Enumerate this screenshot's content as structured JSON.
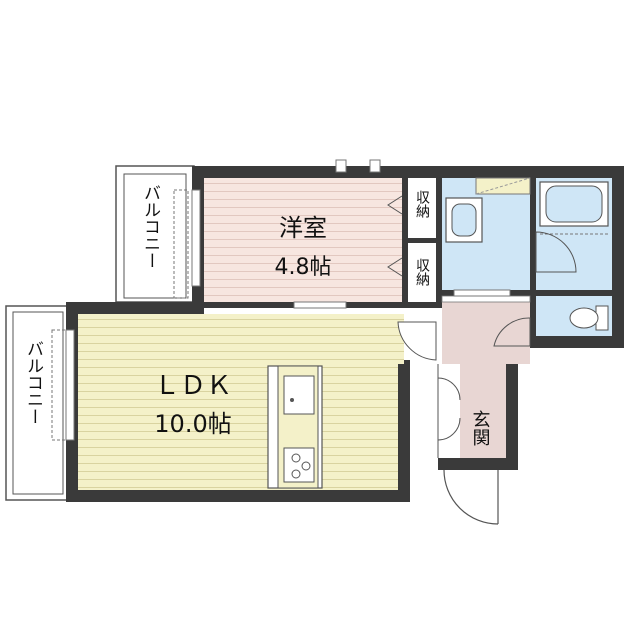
{
  "rooms": {
    "western": {
      "name": "洋室",
      "size": "4.8帖"
    },
    "ldk": {
      "name": "ＬＤＫ",
      "size": "10.0帖"
    },
    "storage_1": {
      "name": "収納"
    },
    "storage_2": {
      "name": "収納"
    },
    "entrance": {
      "name": "玄関"
    },
    "balcony_upper": {
      "name": "バルコニー"
    },
    "balcony_lower": {
      "name": "バルコニー"
    }
  },
  "colors": {
    "wall": "#3a3a3a",
    "western_floor": "#f7e6e0",
    "ldk_floor": "#f4f1c9",
    "wet_area": "#cfe6f6",
    "entrance_floor": "#e8d6d3",
    "kitchen": "#f4f1c9",
    "line": "#c9b9b2"
  }
}
